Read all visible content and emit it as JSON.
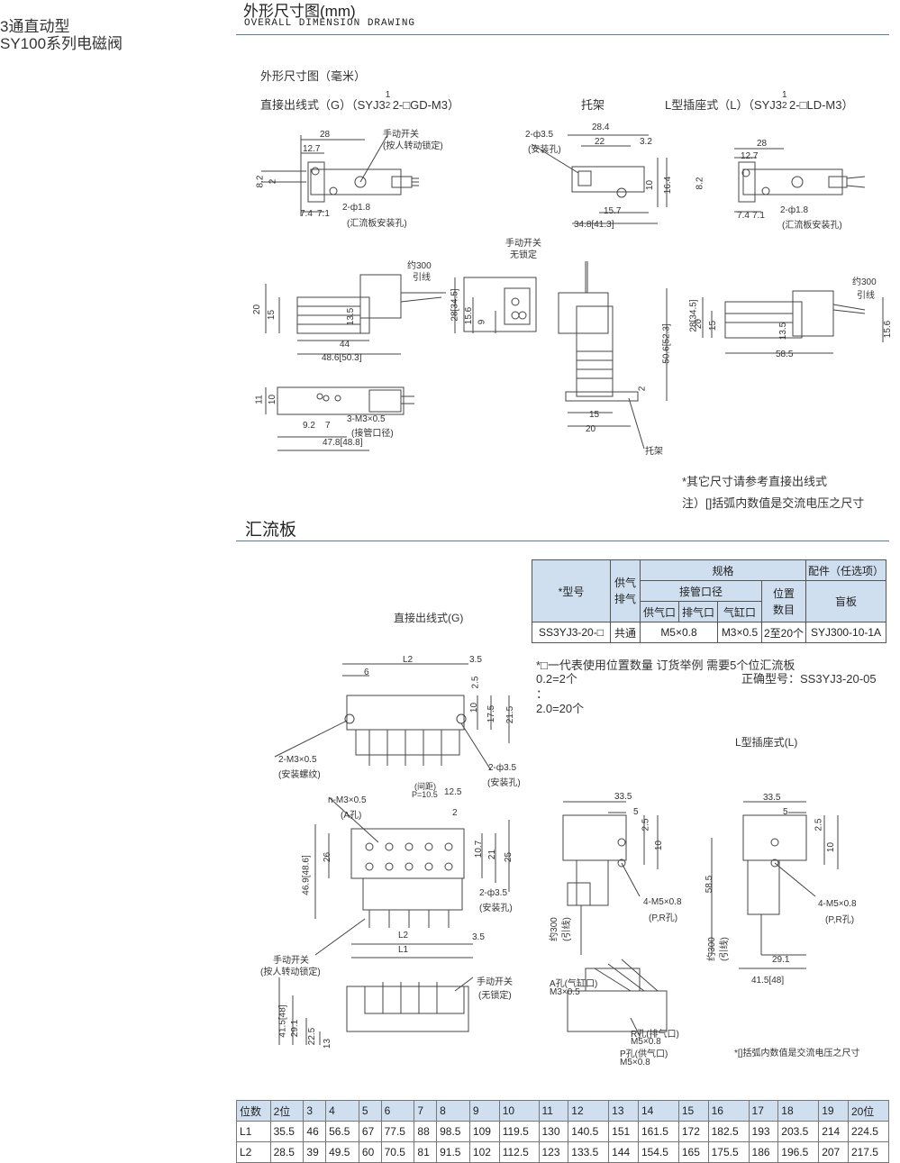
{
  "sidebar": {
    "line1": "3通直动型",
    "line2": "SY100系列电磁阀"
  },
  "header": {
    "title": "外形尺寸图(mm)",
    "subtitle": "OVERALL DIMENSION DRAWING"
  },
  "dim_section": {
    "caption": "外形尺寸图（毫米）",
    "direct_label": "直接出线式（G）（SYJ3",
    "direct_frac_top": "1",
    "direct_frac_bot": "2",
    "direct_suffix": "2-□GD-M3）",
    "bracket_label": "托架",
    "lplug_label": "L型插座式（L）（SYJ3",
    "lplug_frac_top": "1",
    "lplug_frac_bot": "2",
    "lplug_suffix": "2-□LD-M3）",
    "dims": {
      "d28": "28",
      "d12_7": "12.7",
      "d8_2": "8.2",
      "d2": "2",
      "d7_4": "7.4",
      "d7_1": "7.1",
      "hole_1_8": "2-ф1.8",
      "hole_1_8_note": "(汇流板安装孔)",
      "manual": "手动开关",
      "manual_lock": "(按人转动锁定)",
      "hole_3_5": "2-ф3.5",
      "hole_3_5_note": "(安装孔)",
      "d28_4": "28.4",
      "d22": "22",
      "d3_2": "3.2",
      "d10": "10",
      "d16_4": "16.4",
      "d15_7": "15.7",
      "d34_8": "34.8",
      "d41_3": "[41.3]",
      "manual2": "手动开关",
      "no_lock": "无锁定",
      "wire300": "约300",
      "wire": "引线",
      "d20": "20",
      "d15": "15",
      "d13_5": "13.5",
      "d44": "44",
      "d48_6": "48.6[50.3]",
      "d28_34_5": "28[34.5]",
      "d15_6": "15.6",
      "d9": "9",
      "d50_6": "50.6[52.3]",
      "d2b": "2",
      "d11": "11",
      "d10b": "10",
      "d9_2": "9.2",
      "d7": "7",
      "m3": "3-M3×0.5",
      "m3_note": "(接管口径)",
      "d47_8": "47.8[48.8]",
      "d15b": "15",
      "d20b": "20",
      "bracket": "托架",
      "d58_5": "58.5",
      "note1": "*其它尺寸请参考直接出线式",
      "note2": "注）[]括弧内数值是交流电压之尺寸"
    }
  },
  "manifold_section": {
    "title": "汇流板",
    "direct_label": "直接出线式(G)",
    "lplug_label": "L型插座式(L)",
    "spec_table": {
      "model_header": "*型号",
      "exhaust_header": "供气\n排气",
      "spec_header": "规格",
      "port_header": "接管口径",
      "supply_header": "供气口",
      "exhaust_port_header": "排气口",
      "cyl_header": "气缸口",
      "station_header": "位置\n数目",
      "option_header": "配件（任选项）",
      "blank_header": "盲板",
      "row": {
        "model": "SS3YJ3-20-□",
        "exhaust": "共通",
        "port": "M5×0.8",
        "cyl": "M3×0.5",
        "stations": "2至20个",
        "blank": "SYJ300-10-1A"
      }
    },
    "notes": {
      "line1": "*□一代表使用位置数量  订货举例   需要5个位汇流板",
      "line2": "0.2=2个",
      "line2b": "正确型号：SS3YJ3-20-05",
      "line3": "：",
      "line4": "2.0=20个"
    },
    "dims": {
      "L2": "L2",
      "L1": "L1",
      "d3_5": "3.5",
      "d6": "6",
      "d2_5": "2.5",
      "d10": "10",
      "d17_5": "17.5",
      "d21_5": "21.5",
      "m3_hole": "2-M3×0.5",
      "m3_hole_note": "(安装螺纹)",
      "hole_3_5": "2-ф3.5",
      "hole_3_5_note": "(安装孔)",
      "pitch": "(间距)",
      "pitch_val": "P=10.5",
      "d12_5": "12.5",
      "d2": "2",
      "nm3": "n-M3×0.5",
      "a_hole": "(A孔)",
      "d26": "26",
      "d46_9": "46.9[48.6]",
      "d10_7": "10.7",
      "d21": "21",
      "d25": "25",
      "manual": "手动开关",
      "manual_lock": "(按人转动锁定)",
      "manual2": "手动开关",
      "no_lock": "(无锁定)",
      "d41_5": "41.5[48]",
      "d29_1": "29.1",
      "d22_5": "22.5",
      "d13": "13",
      "a_port": "A孔(气缸口)",
      "a_port_size": "M3×0.5",
      "r_port": "R孔(排气口)",
      "r_port_size": "M5×0.8",
      "p_port": "P孔(供气口)",
      "p_port_size": "M5×0.8",
      "d33_5": "33.5",
      "d5": "5",
      "m5": "4-M5×0.8",
      "m5_note": "(P,R孔)",
      "wire300": "约300",
      "wire": "(引线)",
      "d58_5": "58.5",
      "d29_1b": "29.1",
      "d41_5b": "41.5[48]",
      "ac_note": "*[]括弧内数值是交流电压之尺寸"
    }
  },
  "length_table": {
    "header": [
      "位数",
      "2位",
      "3",
      "4",
      "5",
      "6",
      "7",
      "8",
      "9",
      "10",
      "11",
      "12",
      "13",
      "14",
      "15",
      "16",
      "17",
      "18",
      "19",
      "20位"
    ],
    "rows": [
      [
        "L1",
        "35.5",
        "46",
        "56.5",
        "67",
        "77.5",
        "88",
        "98.5",
        "109",
        "119.5",
        "130",
        "140.5",
        "151",
        "161.5",
        "172",
        "182.5",
        "193",
        "203.5",
        "214",
        "224.5"
      ],
      [
        "L2",
        "28.5",
        "39",
        "49.5",
        "60",
        "70.5",
        "81",
        "91.5",
        "102",
        "112.5",
        "123",
        "133.5",
        "144",
        "154.5",
        "165",
        "175.5",
        "186",
        "196.5",
        "207",
        "217.5"
      ]
    ]
  }
}
